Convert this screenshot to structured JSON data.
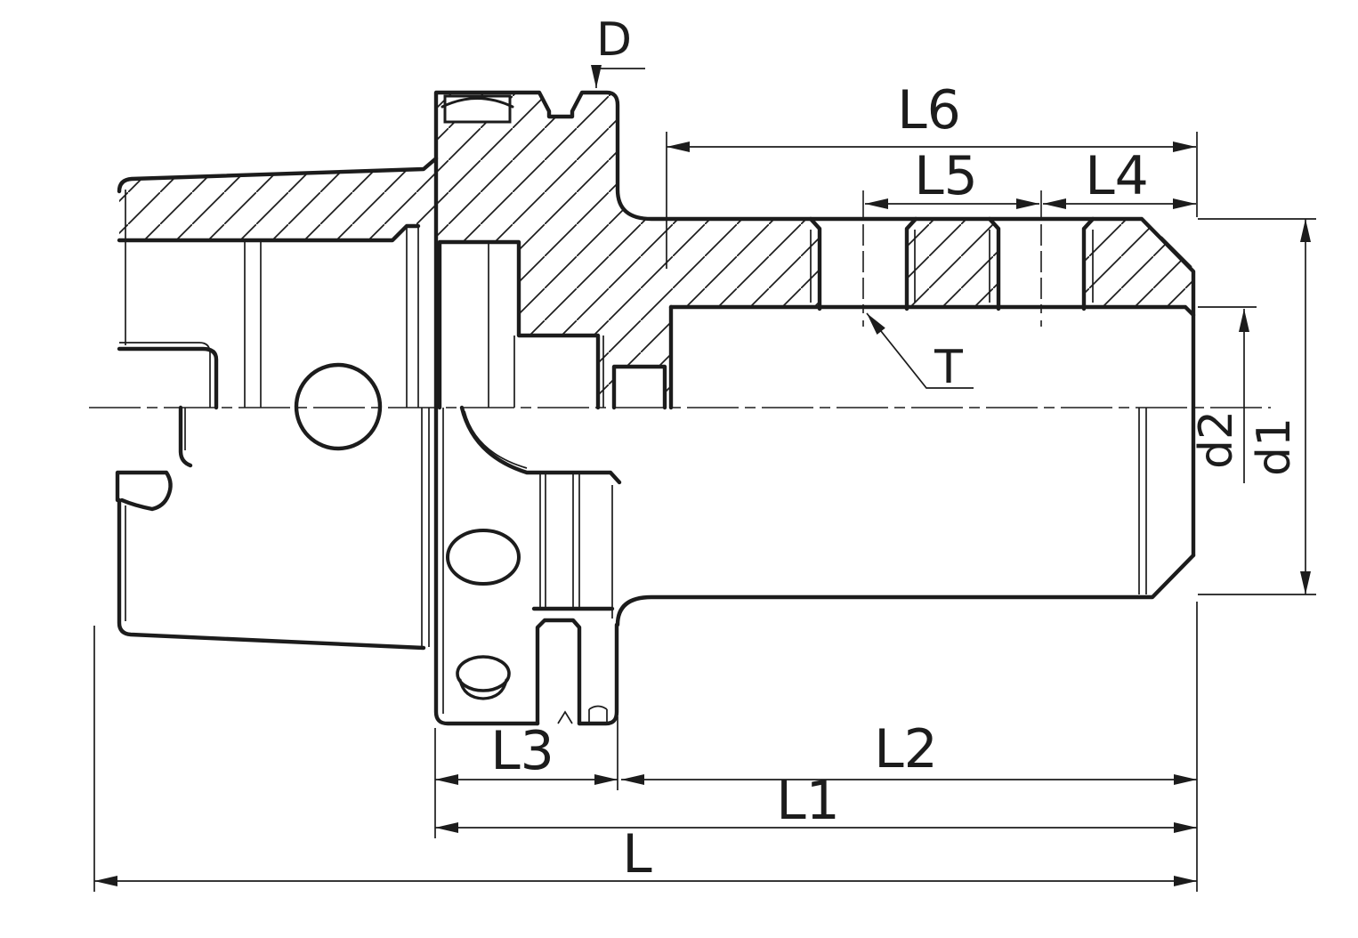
{
  "drawing": {
    "description": "Cross-section technical drawing of a cylindrical tool holder with hollow taper shank, gripper flange and side set-screw body",
    "colors": {
      "ink": "#1c1c1c",
      "paper": "#ffffff"
    },
    "labels": {
      "d_top": "D",
      "l6": "L6",
      "l5": "L5",
      "l4": "L4",
      "thread": "T",
      "d2": "d2",
      "d1": "d1",
      "l3": "L3",
      "l2": "L2",
      "l1": "L1",
      "l_total": "L"
    }
  }
}
